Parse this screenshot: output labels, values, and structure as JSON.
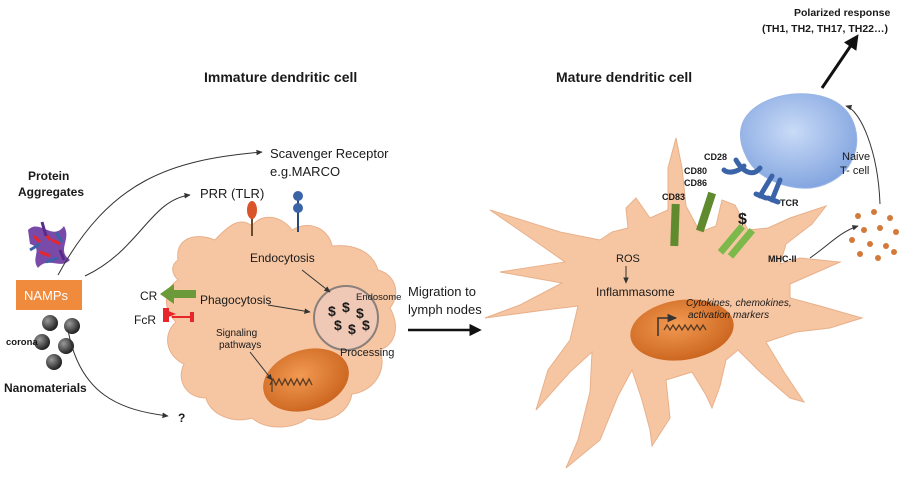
{
  "immature_cell": {
    "title": "Immature dendritic cell",
    "scavenger_receptor": "Scavenger  Receptor",
    "scavenger_example": "e.g.MARCO",
    "prr": "PRR (TLR)",
    "endocytosis": "Endocytosis",
    "endosome": "Endosome",
    "cr": "CR",
    "phagocytosis": "Phagocytosis",
    "fcr": "FcR",
    "signaling_1": "Signaling",
    "signaling_2": "pathways",
    "processing": "Processing"
  },
  "left_side": {
    "protein_1": "Protein",
    "protein_2": "Aggregates",
    "namps": "NAMPs",
    "corona": "corona",
    "nanomaterials": "Nanomaterials",
    "question": "?"
  },
  "migration": {
    "line_1": "Migration to",
    "line_2": "lymph nodes"
  },
  "mature_cell": {
    "title": "Mature dendritic cell",
    "cd83": "CD83",
    "cd80": "CD80",
    "cd86": "CD86",
    "cd28": "CD28",
    "tcr": "TCR",
    "mhc": "MHC-II",
    "ros": "ROS",
    "inflammasome": "Inflammasome",
    "cytokines_1": "Cytokines, chemokines,",
    "cytokines_2": "activation markers"
  },
  "tcell": {
    "naive": "Naive",
    "tcell": "T- cell"
  },
  "response": {
    "title": "Polarized response",
    "subtitle": "(TH1, TH2, TH17, TH22…)"
  },
  "colors": {
    "cell_fill": "#f6c6a3",
    "nucleus": "#e07a2e",
    "namps_box": "#f08a3c",
    "receptor_green": "#6a9a3a",
    "tcell_blue": "#8fb0e6",
    "antigen_red": "#e8262a",
    "antigen_blue": "#4a3aa8"
  }
}
